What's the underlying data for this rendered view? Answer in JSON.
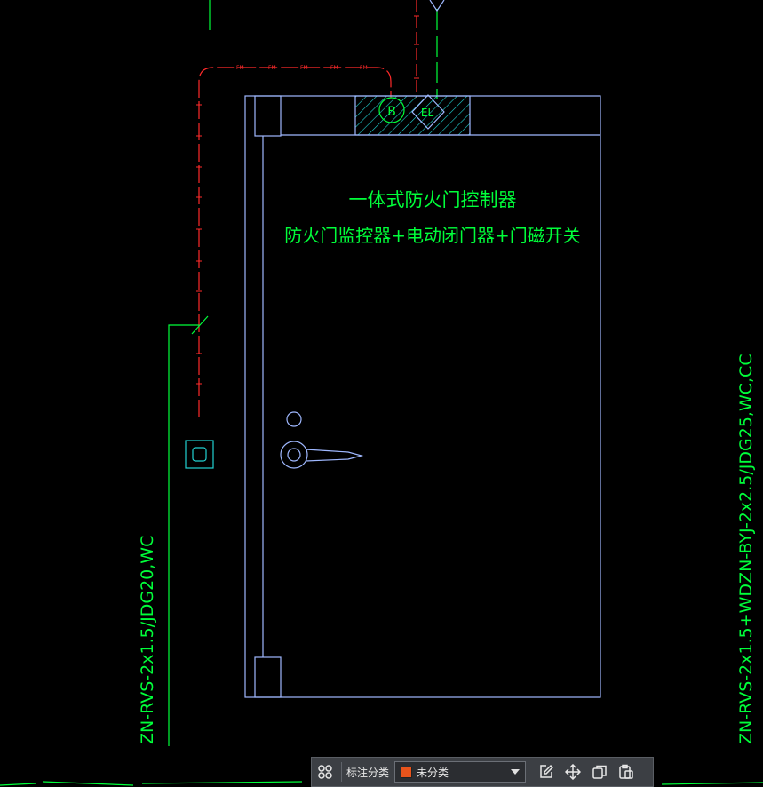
{
  "drawing": {
    "title_line1": "一体式防火门控制器",
    "title_line2": "防火门监控器+电动闭门器+门磁开关",
    "cable_left": "ZN-RVS-2x1.5/JDG20,WC",
    "cable_right": "ZN-RVS-2x1.5+WDZN-BYJ-2x2.5/JDG25,WC,CC",
    "symbol_b": "B",
    "symbol_el": "EL",
    "wire_tag": "FM"
  },
  "toolbar": {
    "label": "标注分类",
    "selected": "未分类",
    "swatch_color": "#e8541c"
  },
  "colors": {
    "cad_green": "#00ff3a",
    "door_outline": "#9fb8ff",
    "wire_red": "#ff2a2a",
    "hatch_cyan": "#22d3d3"
  }
}
